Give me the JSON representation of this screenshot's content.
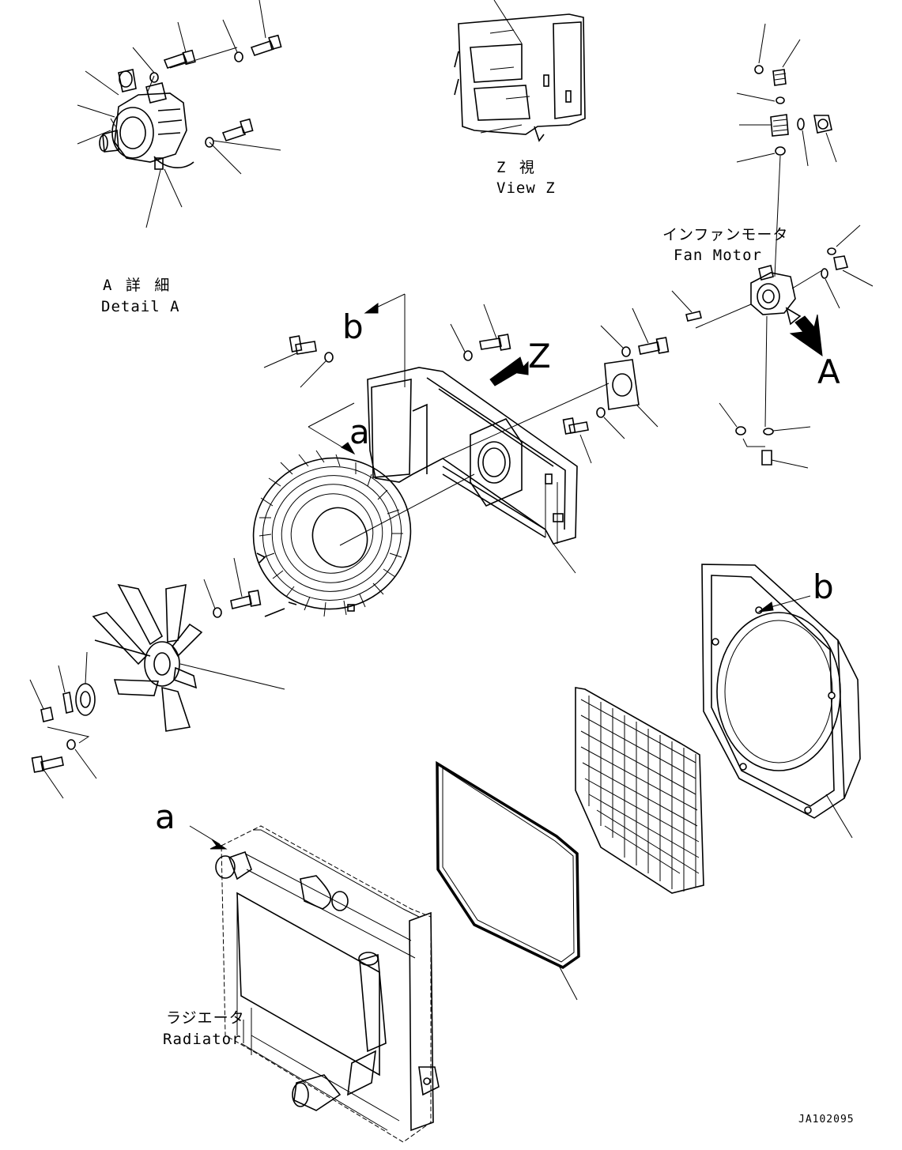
{
  "labels": {
    "detail_a_jp": "A 詳 細",
    "detail_a_en": "Detail A",
    "view_z_jp": "Z  視",
    "view_z_en": "View Z",
    "fan_motor_jp": "インファンモータ",
    "fan_motor_en": "Fan Motor",
    "radiator_jp": "ラジエータ",
    "radiator_en": "Radiator",
    "callout_a_upper": "a",
    "callout_b_upper": "b",
    "callout_z": "Z",
    "callout_A": "A",
    "callout_b_right": "b",
    "callout_a_lower": "a",
    "drawing_number": "JA102095"
  }
}
